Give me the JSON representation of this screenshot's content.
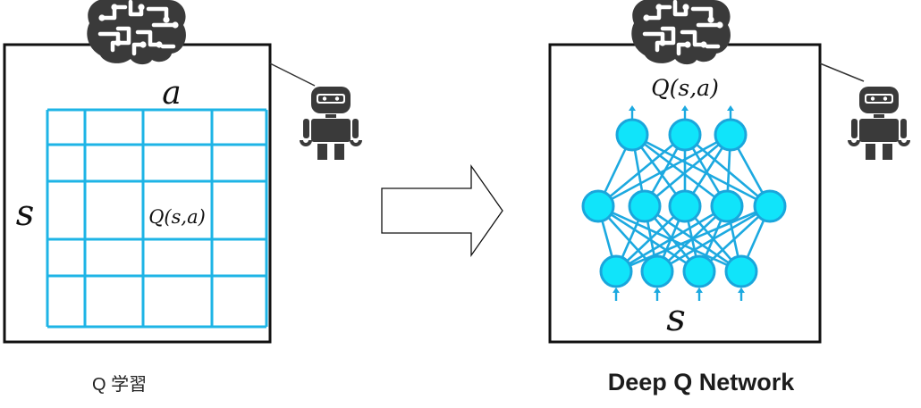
{
  "left_panel": {
    "caption": "Q 学習",
    "row_label": "s",
    "column_label": "a",
    "cell_label": "Q(s,a)",
    "table_columns": 4,
    "table_rows": 5
  },
  "right_panel": {
    "caption": "Deep Q Network",
    "output_label": "Q(s,a)",
    "input_label": "s",
    "network_layers": [
      3,
      5,
      4
    ]
  },
  "colors": {
    "grid": "#1eb4e6",
    "node_fill": "#10e4fa",
    "node_stroke": "#1aa6dc",
    "edge": "#1ca9e0",
    "frame": "#111111",
    "icon": "#3a3a3a"
  },
  "icons": [
    "brain-icon",
    "robot-icon",
    "right-arrow-icon"
  ]
}
